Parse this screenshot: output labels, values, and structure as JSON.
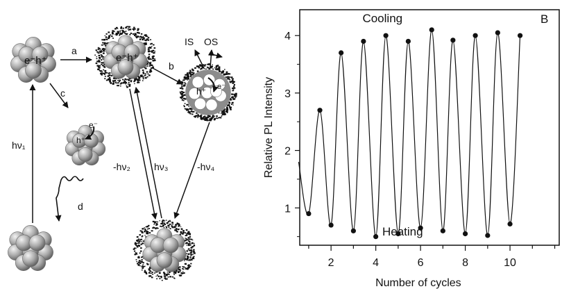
{
  "scheme": {
    "labels": {
      "eh_a": "e⁻h⁺",
      "eh_b": "e⁻h⁺",
      "arrow_a": "a",
      "arrow_b": "b",
      "arrow_c": "c",
      "arrow_d": "d",
      "is": "IS",
      "os": "OS",
      "h_plus_trap": "h⁺",
      "e_minus_trap": "e⁻",
      "e_minus_small": "e⁻",
      "h_plus_small": "h⁺",
      "hv1": "hν₁",
      "hv2": "-hν₂",
      "hv3": "hν₃",
      "hv4": "-hν₄"
    }
  },
  "chart_data": {
    "type": "line",
    "panel_label": "B",
    "xlabel": "Number of cycles",
    "ylabel": "Relative PL Intensity",
    "xlim": [
      0.6,
      12.2
    ],
    "ylim": [
      0.35,
      4.45
    ],
    "xticks": [
      2,
      4,
      6,
      8,
      10
    ],
    "yticks": [
      1,
      2,
      3,
      4
    ],
    "annotations": {
      "top": "Cooling",
      "bottom": "Heating"
    },
    "grid": false,
    "series": [
      {
        "x": [
          0.55,
          1.0,
          1.5,
          2.0,
          2.45,
          3.0,
          3.45,
          4.0,
          4.45,
          5.0,
          5.45,
          6.0,
          6.5,
          7.0,
          7.45,
          8.0,
          8.45,
          9.0,
          9.45,
          10.0,
          10.45
        ],
        "y": [
          1.8,
          0.9,
          2.7,
          0.7,
          3.7,
          0.6,
          3.9,
          0.5,
          4.0,
          0.55,
          3.9,
          0.65,
          4.1,
          0.6,
          3.92,
          0.55,
          4.0,
          0.52,
          4.05,
          0.72,
          4.0
        ]
      }
    ]
  }
}
